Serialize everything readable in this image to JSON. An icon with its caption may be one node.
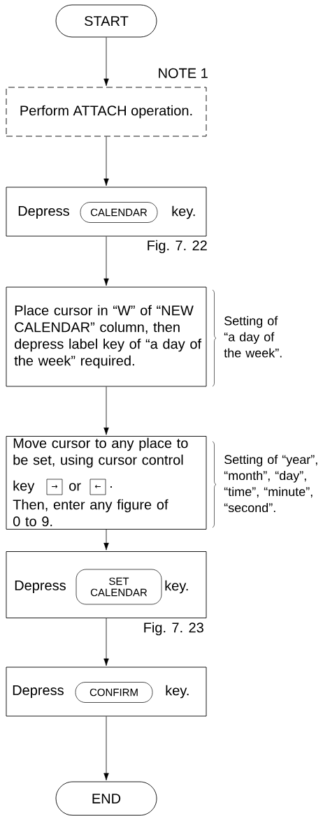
{
  "diagram": {
    "nodes": [
      {
        "text": [
          "START"
        ]
      },
      {
        "text": [
          "Perform ATTACH operation."
        ],
        "beside": [
          "NOTE 1"
        ]
      },
      {
        "text": [
          "Depress",
          "key."
        ],
        "beside": [
          "Fig. 7. 22"
        ]
      },
      {
        "text": [
          "CALENDAR"
        ],
        "in": 2
      },
      {
        "text": [
          "Place cursor in “W” of “NEW CALENDAR” column, then depress label key of “a day of the week” required."
        ],
        "beside": [
          "Setting of “a day of the week”."
        ]
      },
      {
        "text": [
          "Move cursor to any place to be set, using cursor control",
          "key",
          "or",
          ".",
          "Then, enter any figure of 0 to 9."
        ],
        "beside": [
          "Setting of “year”, “month”, “day”, “time”, “minute”, “second”."
        ]
      },
      {
        "text": [
          "→"
        ],
        "in": 5
      },
      {
        "text": [
          "←"
        ],
        "in": 5
      },
      {
        "text": [
          "Depress",
          "key."
        ],
        "beside": [
          "Fig. 7. 23"
        ]
      },
      {
        "text": [
          "SET CALENDAR"
        ],
        "in": 8
      },
      {
        "text": [
          "Depress",
          "key."
        ]
      },
      {
        "text": [
          "CONFIRM"
        ],
        "in": 10
      },
      {
        "text": [
          "END"
        ]
      }
    ],
    "edges": [
      {
        "from": 0,
        "to": 1,
        "arrow": "to"
      },
      {
        "from": 1,
        "to": 2,
        "arrow": "to"
      },
      {
        "from": 2,
        "to": 4,
        "arrow": "to"
      },
      {
        "from": 4,
        "to": 5,
        "arrow": "to"
      },
      {
        "from": 5,
        "to": 8,
        "arrow": "to"
      },
      {
        "from": 8,
        "to": 10,
        "arrow": "to"
      },
      {
        "from": 10,
        "to": 12,
        "arrow": "to"
      }
    ]
  }
}
